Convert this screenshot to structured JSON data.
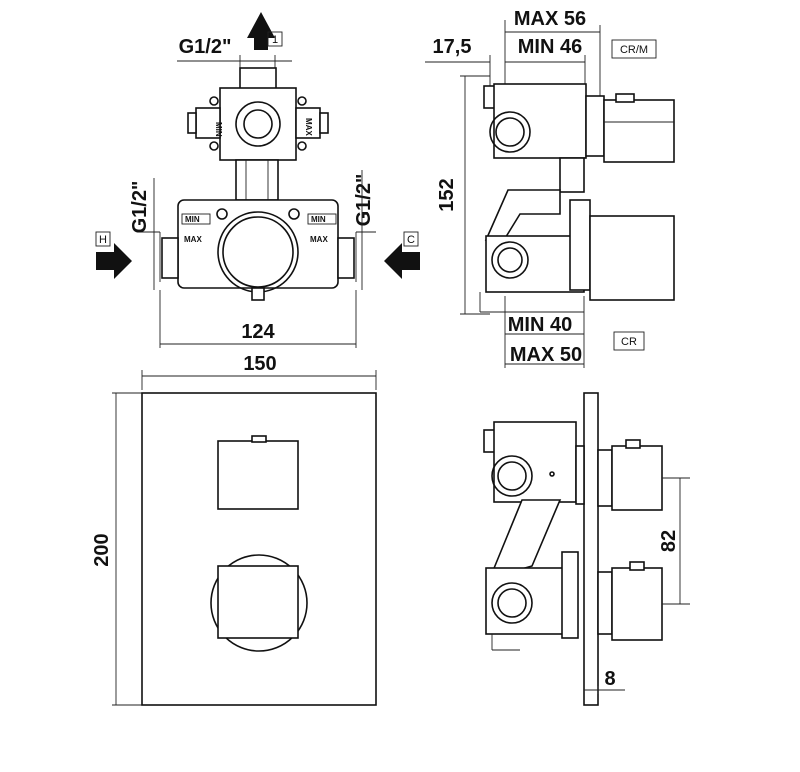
{
  "dimensions": {
    "g_top": "G1/2\"",
    "g_left": "G1/2\"",
    "g_right": "G1/2\"",
    "width_body": "124",
    "width_plate": "150",
    "height_plate": "200",
    "height_side": "152",
    "depth_17": "17,5",
    "max_top": "MAX 56",
    "min_top": "MIN 46",
    "min_bottom": "MIN 40",
    "max_bottom": "MAX 50",
    "spacing": "82",
    "plate_thickness": "8"
  },
  "labels": {
    "outlet": "1",
    "hot": "H",
    "cold": "C",
    "crm": "CR/M",
    "cr": "CR",
    "min": "MIN",
    "max": "MAX"
  }
}
